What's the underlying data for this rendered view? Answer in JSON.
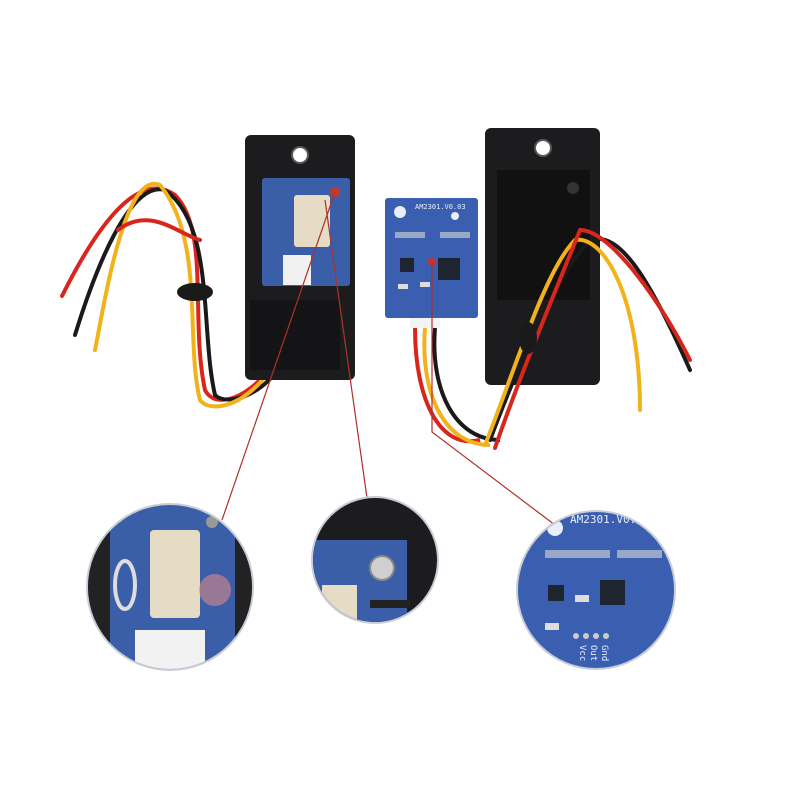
{
  "product": {
    "board_label": "AM2301.V0.03",
    "board_label_zoom": "AM2301.V0.",
    "pins": [
      "Vcc",
      "Out",
      "Gnd"
    ]
  },
  "colors": {
    "housing": "#1c1c1e",
    "pcb": "#3a5fb0",
    "sensor": "#e6dcc6",
    "wire_red": "#d8261c",
    "wire_yellow": "#f2b21c",
    "wire_black": "#1a1a1a",
    "leader": "#b0302a"
  }
}
